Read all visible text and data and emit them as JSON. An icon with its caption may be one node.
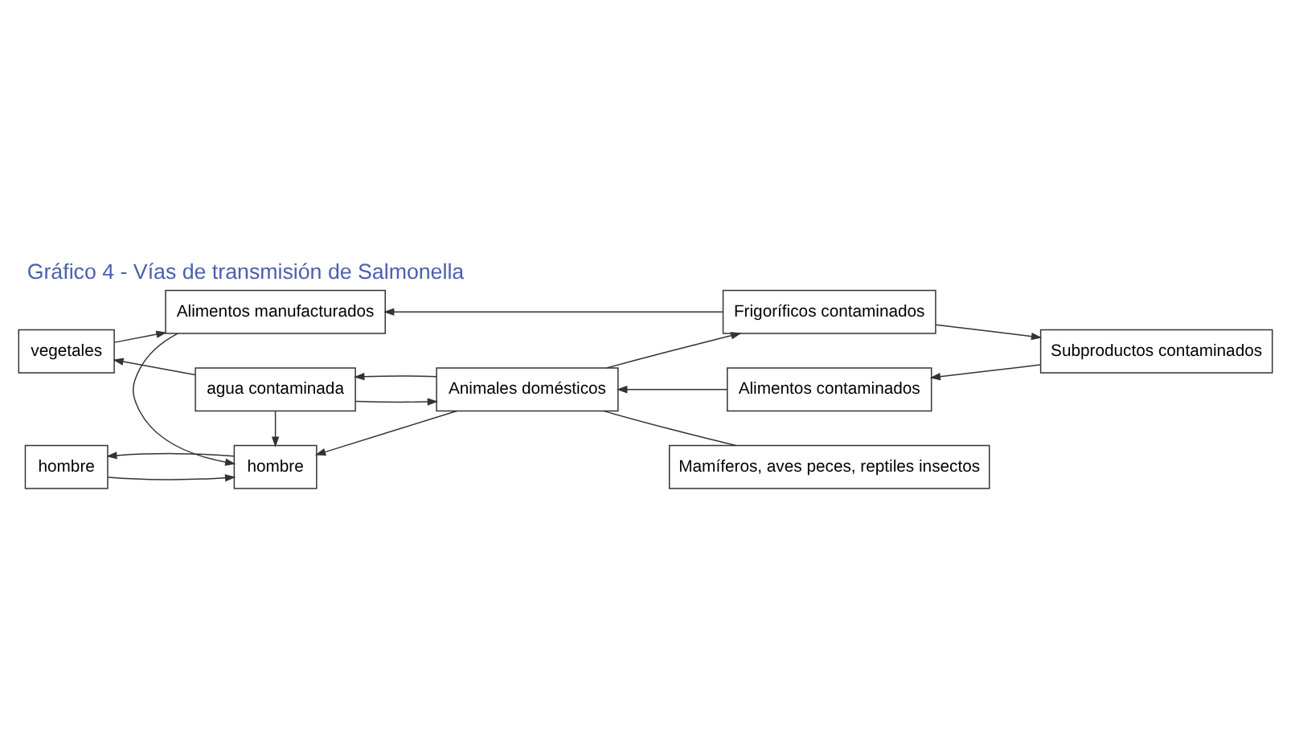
{
  "diagram": {
    "title": "Gráfico 4 - Vías de transmisión de Salmonella",
    "nodes": [
      {
        "text": [
          "hombre"
        ]
      },
      {
        "text": [
          "Alimentos contaminados"
        ]
      },
      {
        "text": [
          "hombre"
        ]
      },
      {
        "text": [
          "Mamíferos, aves peces, reptiles insectos"
        ]
      },
      {
        "text": [
          "Subproductos contaminados"
        ]
      },
      {
        "text": [
          "Animales domésticos"
        ]
      },
      {
        "text": [
          "agua contaminada"
        ]
      },
      {
        "text": [
          "vegetales"
        ]
      },
      {
        "text": [
          "Frigoríficos contaminados"
        ]
      },
      {
        "text": [
          "Alimentos manufacturados"
        ]
      }
    ],
    "edges": [
      {
        "from": 0,
        "to": 2,
        "arrow": "to"
      },
      {
        "from": 2,
        "to": 0,
        "arrow": "to"
      },
      {
        "from": 4,
        "to": 1,
        "arrow": "to"
      },
      {
        "from": 1,
        "to": 5,
        "arrow": "to"
      },
      {
        "from": 5,
        "to": 2,
        "arrow": "to"
      },
      {
        "from": 3,
        "to": 5,
        "arrow": "none"
      },
      {
        "from": 5,
        "to": 6,
        "arrow": "to"
      },
      {
        "from": 6,
        "to": 5,
        "arrow": "to"
      },
      {
        "from": 6,
        "to": 2,
        "arrow": "to"
      },
      {
        "from": 6,
        "to": 7,
        "arrow": "to"
      },
      {
        "from": 7,
        "to": 9,
        "arrow": "to"
      },
      {
        "from": 9,
        "to": 2,
        "arrow": "to"
      },
      {
        "from": 5,
        "to": 8,
        "arrow": "to"
      },
      {
        "from": 8,
        "to": 4,
        "arrow": "to"
      },
      {
        "from": 8,
        "to": 9,
        "arrow": "to"
      }
    ]
  }
}
